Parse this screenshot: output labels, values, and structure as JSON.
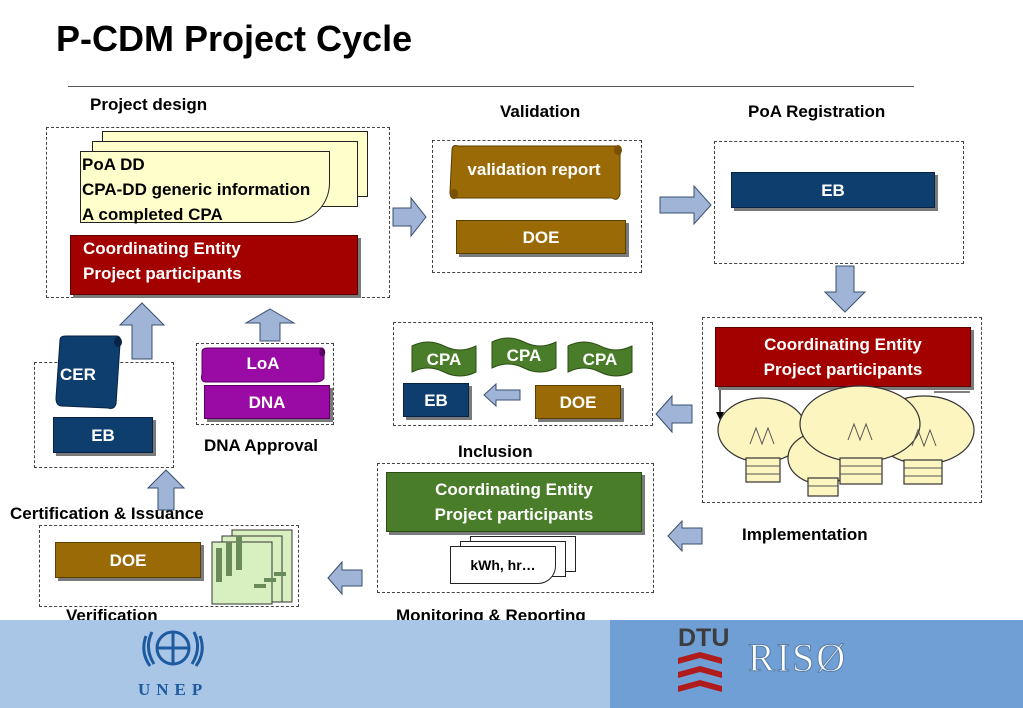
{
  "title": "P-CDM Project Cycle",
  "stages": {
    "project_design": "Project design",
    "validation": "Validation",
    "poa_registration": "PoA Registration",
    "implementation": "Implementation",
    "inclusion": "Inclusion",
    "dna_approval": "DNA Approval",
    "certification": "Certification & Issuance",
    "verification": "Verification",
    "monitoring": "Monitoring & Reporting"
  },
  "project_design_doc": {
    "line1": "PoA DD",
    "line2": "CPA-DD generic information",
    "line3": "A completed CPA"
  },
  "boxes": {
    "ce_line1": "Coordinating Entity",
    "ce_line2": "Project participants",
    "eb": "EB",
    "doe": "DOE",
    "loa": "LoA",
    "dna": "DNA",
    "cer": "CER",
    "cpa": "CPA",
    "validation_report": "validation report",
    "kwh": "kWh, hr…"
  },
  "footer": {
    "unep": "UNEP",
    "dtu": "DTU",
    "riso": "RISØ"
  },
  "colors": {
    "red": "#a30000",
    "navy": "#0e3e6e",
    "brown": "#9a6a06",
    "green": "#4a7d2a",
    "purple": "#9a0aa4",
    "arrow_fill": "#9fb4d6",
    "arrow_stroke": "#3a4f70"
  },
  "icons": {
    "arrow": "block-arrow-icon",
    "scroll": "scroll-icon",
    "bulb": "light-bulb-icon",
    "document": "document-stack-icon"
  }
}
